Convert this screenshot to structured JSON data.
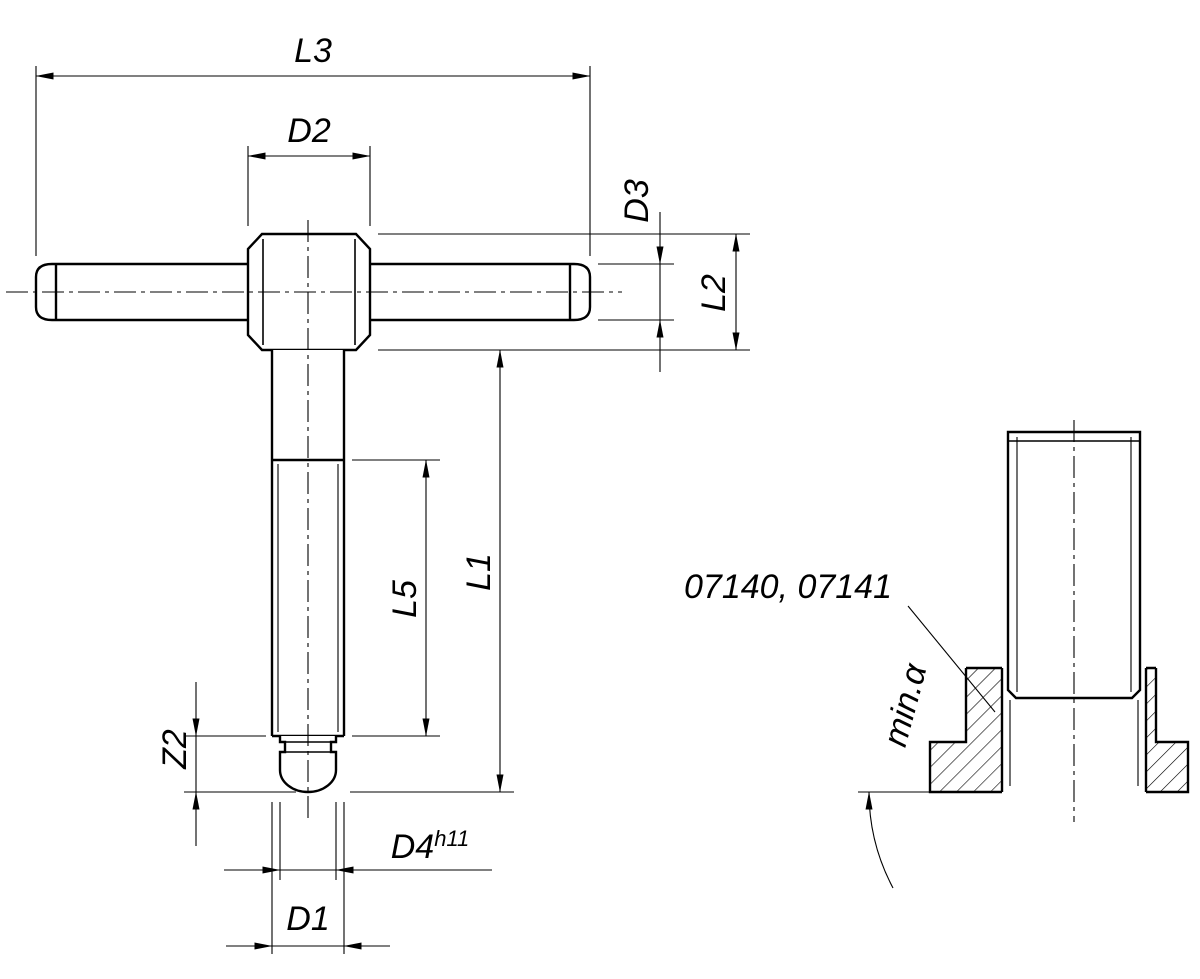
{
  "drawing": {
    "main_view": {
      "labels": {
        "l3": "L3",
        "d2": "D2",
        "d3": "D3",
        "l2": "L2",
        "l1": "L1",
        "l5": "L5",
        "z2": "Z2",
        "d4": "D4",
        "d4_tolerance": "h11",
        "d1": "D1"
      }
    },
    "application_view": {
      "part_numbers": "07140, 07141",
      "min_angle_label": "min.α"
    },
    "colors": {
      "line": "#000000",
      "background": "#ffffff"
    }
  }
}
